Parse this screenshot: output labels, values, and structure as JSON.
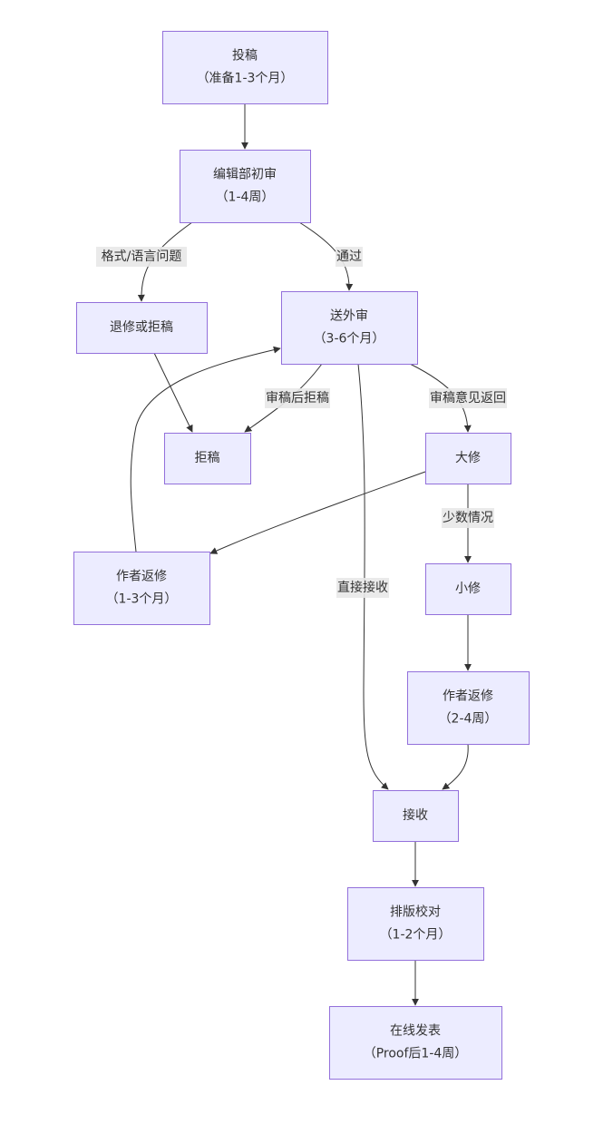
{
  "diagram": {
    "type": "flowchart",
    "direction": "top-down",
    "colors": {
      "node_fill": "#ECECFF",
      "node_stroke": "#9370DB",
      "edge": "#333333",
      "label_bg": "#e8e8e8",
      "text": "#333333"
    },
    "nodes": [
      {
        "id": "submit",
        "lines": [
          "投稿",
          "（准备1-3个月）"
        ]
      },
      {
        "id": "initial",
        "lines": [
          "编辑部初审",
          "（1-4周）"
        ]
      },
      {
        "id": "returnrej",
        "lines": [
          "退修或拒稿"
        ]
      },
      {
        "id": "review",
        "lines": [
          "送外审",
          "（3-6个月）"
        ]
      },
      {
        "id": "reject",
        "lines": [
          "拒稿"
        ]
      },
      {
        "id": "major",
        "lines": [
          "大修"
        ]
      },
      {
        "id": "revise1",
        "lines": [
          "作者返修",
          "（1-3个月）"
        ]
      },
      {
        "id": "minor",
        "lines": [
          "小修"
        ]
      },
      {
        "id": "revise2",
        "lines": [
          "作者返修",
          "（2-4周）"
        ]
      },
      {
        "id": "accept",
        "lines": [
          "接收"
        ]
      },
      {
        "id": "typeset",
        "lines": [
          "排版校对",
          "（1-2个月）"
        ]
      },
      {
        "id": "publish",
        "lines": [
          "在线发表",
          "（Proof后1-4周）"
        ]
      }
    ],
    "edges": [
      {
        "from": "submit",
        "to": "initial",
        "label": ""
      },
      {
        "from": "initial",
        "to": "returnrej",
        "label": "格式/语言问题"
      },
      {
        "from": "initial",
        "to": "review",
        "label": "通过"
      },
      {
        "from": "returnrej",
        "to": "reject",
        "label": ""
      },
      {
        "from": "review",
        "to": "reject",
        "label": "审稿后拒稿"
      },
      {
        "from": "review",
        "to": "major",
        "label": "审稿意见返回"
      },
      {
        "from": "review",
        "to": "accept",
        "label": "直接接收"
      },
      {
        "from": "major",
        "to": "revise1",
        "label": ""
      },
      {
        "from": "major",
        "to": "minor",
        "label": "少数情况"
      },
      {
        "from": "revise1",
        "to": "review",
        "label": ""
      },
      {
        "from": "minor",
        "to": "revise2",
        "label": ""
      },
      {
        "from": "revise2",
        "to": "accept",
        "label": ""
      },
      {
        "from": "accept",
        "to": "typeset",
        "label": ""
      },
      {
        "from": "typeset",
        "to": "publish",
        "label": ""
      }
    ]
  }
}
